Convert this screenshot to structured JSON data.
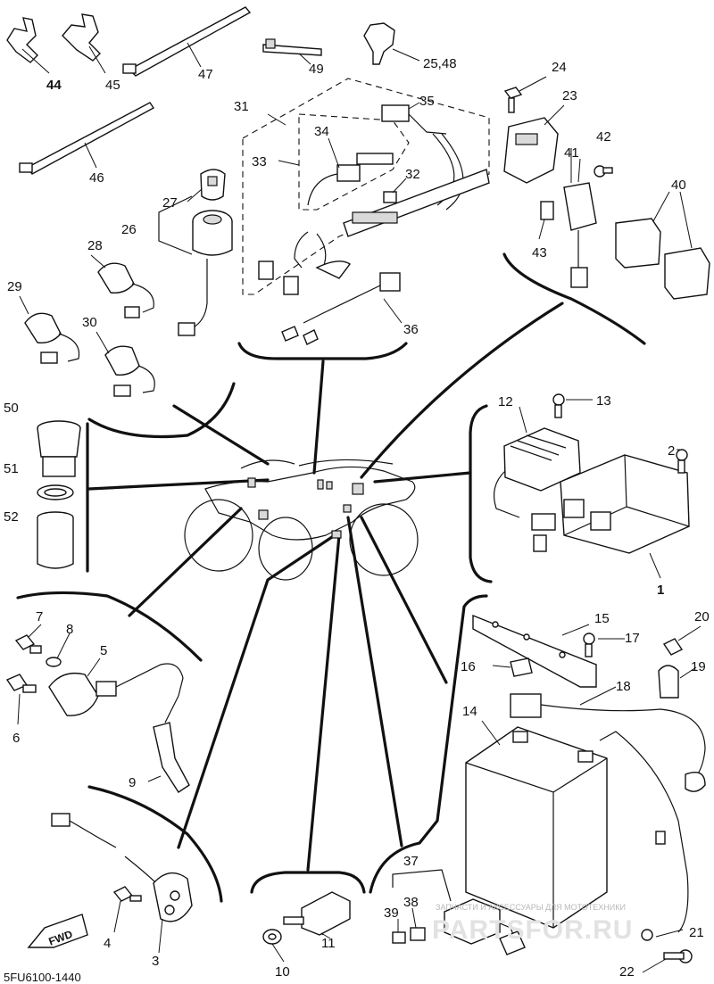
{
  "diagram": {
    "code": "5FU6100-1440",
    "fwd_label": "FWD",
    "watermark_text": "ЗАПЧАСТИ И АКСЕССУАРЫ ДЛЯ МОТОТЕХНИКИ",
    "watermark_logo": "PARTSFOR.RU",
    "callouts": {
      "c1": "1",
      "c2": "2",
      "c3": "3",
      "c4": "4",
      "c5": "5",
      "c6": "6",
      "c7": "7",
      "c8": "8",
      "c9": "9",
      "c10": "10",
      "c11": "11",
      "c12": "12",
      "c13": "13",
      "c14": "14",
      "c15": "15",
      "c16": "16",
      "c17": "17",
      "c18": "18",
      "c19": "19",
      "c20": "20",
      "c21": "21",
      "c22": "22",
      "c23": "23",
      "c24": "24",
      "c2548": "25,48",
      "c26": "26",
      "c27": "27",
      "c28": "28",
      "c29": "29",
      "c30": "30",
      "c31": "31",
      "c32": "32",
      "c33": "33",
      "c34": "34",
      "c35": "35",
      "c36": "36",
      "c37": "37",
      "c38": "38",
      "c39": "39",
      "c40": "40",
      "c41": "41",
      "c42": "42",
      "c43": "43",
      "c44": "44",
      "c45": "45",
      "c46": "46",
      "c47": "47",
      "c49": "49",
      "c50": "50",
      "c51": "51",
      "c52": "52"
    }
  }
}
